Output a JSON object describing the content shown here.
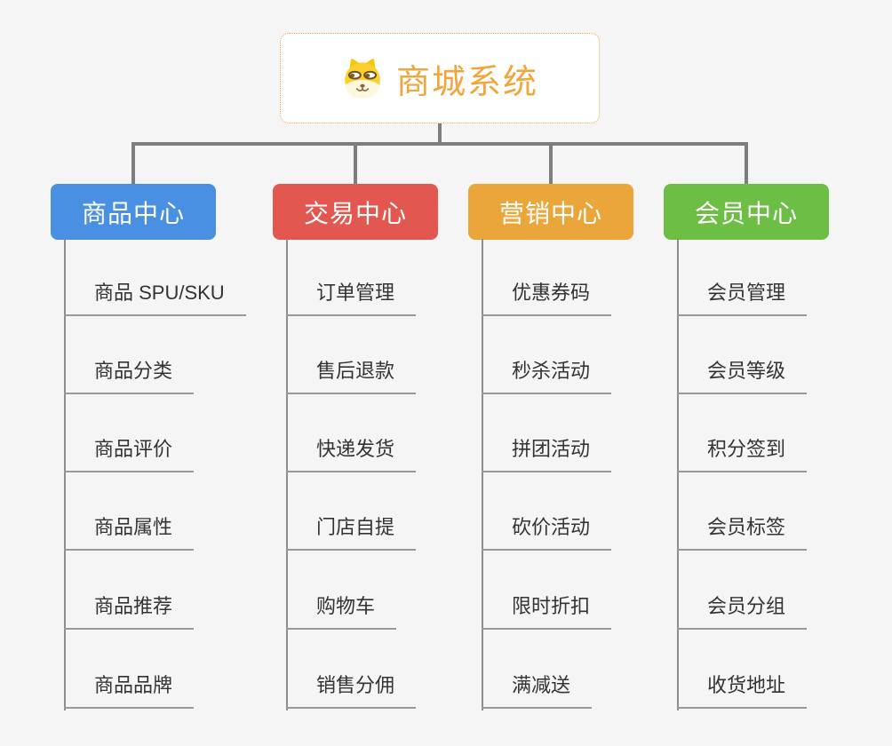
{
  "root": {
    "title": "商城系统",
    "icon": "dog-face-icon",
    "accent_color": "#f0a63c",
    "border_color": "#f0a64c"
  },
  "branches": [
    {
      "label": "商品中心",
      "color": "#4a90e2",
      "items": [
        "商品 SPU/SKU",
        "商品分类",
        "商品评价",
        "商品属性",
        "商品推荐",
        "商品品牌"
      ]
    },
    {
      "label": "交易中心",
      "color": "#e25750",
      "items": [
        "订单管理",
        "售后退款",
        "快递发货",
        "门店自提",
        "购物车",
        "销售分佣"
      ]
    },
    {
      "label": "营销中心",
      "color": "#eaa63b",
      "items": [
        "优惠券码",
        "秒杀活动",
        "拼团活动",
        "砍价活动",
        "限时折扣",
        "满减送"
      ]
    },
    {
      "label": "会员中心",
      "color": "#6dbe45",
      "items": [
        "会员管理",
        "会员等级",
        "积分签到",
        "会员标签",
        "会员分组",
        "收货地址"
      ]
    }
  ],
  "colors": {
    "background": "#f5f5f5",
    "connector": "#7d7d7d",
    "leaf_line": "#8d8d8d",
    "leaf_underline": "#999999",
    "leaf_text": "#333333"
  }
}
